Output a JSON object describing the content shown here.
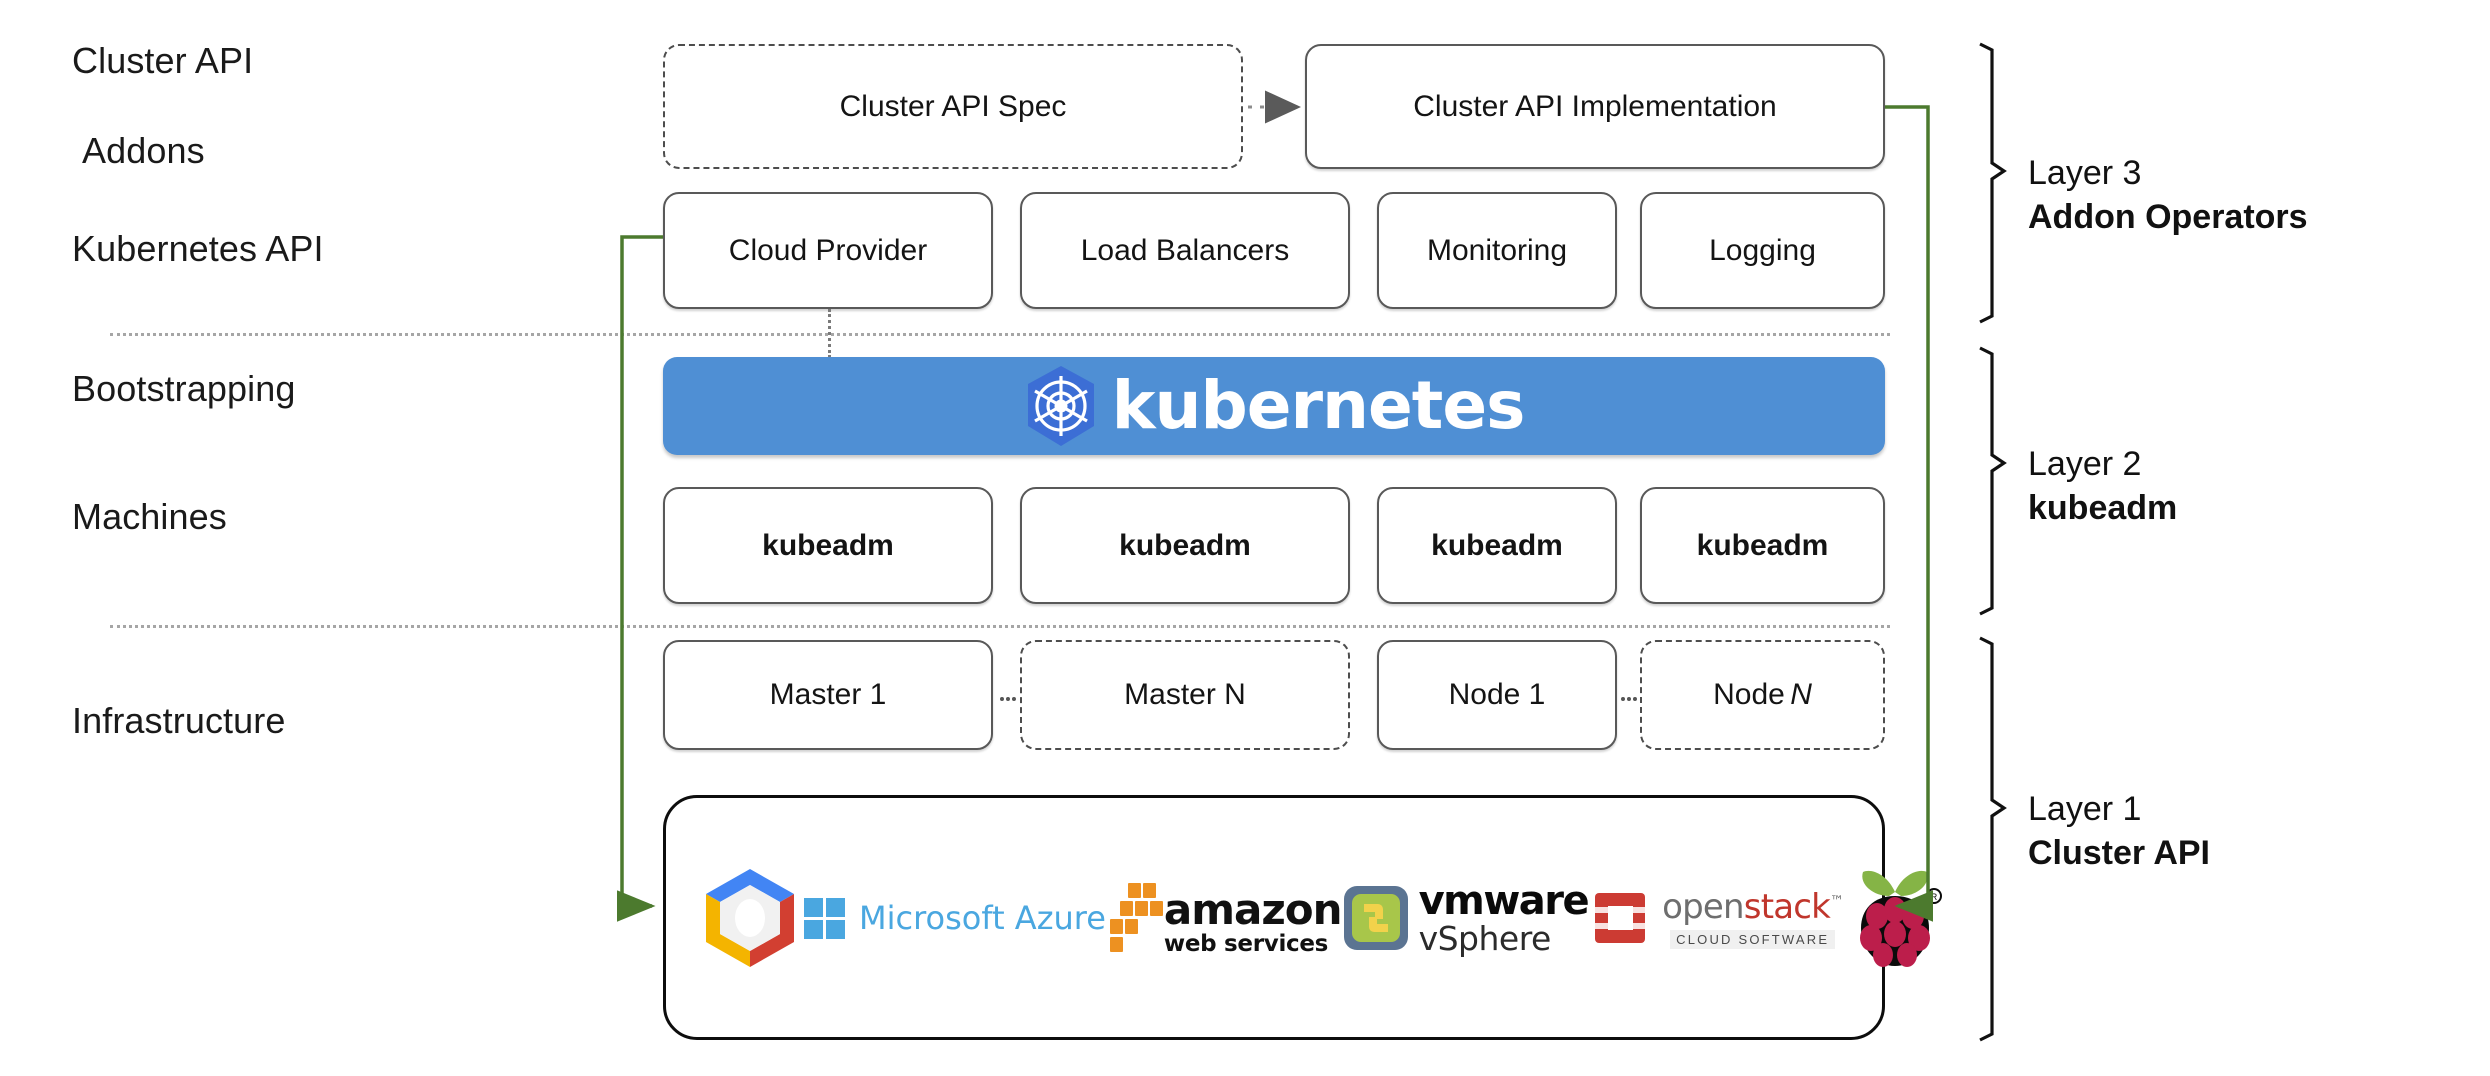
{
  "diagram": {
    "title": "Kubernetes Cluster API layered architecture",
    "accent_green": "#4c7a2e",
    "k8s_blue": "#4f8fd4",
    "k8s_logo_blue": "#3c6ed5",
    "divider_color": "#a6a6a6"
  },
  "row_labels": [
    {
      "id": "cluster-api",
      "text": "Cluster API"
    },
    {
      "id": "addons",
      "text": "Addons"
    },
    {
      "id": "kubernetes-api",
      "text": "Kubernetes API"
    },
    {
      "id": "bootstrapping",
      "text": "Bootstrapping"
    },
    {
      "id": "machines",
      "text": "Machines"
    },
    {
      "id": "infrastructure",
      "text": "Infrastructure"
    }
  ],
  "cluster_api_row": {
    "spec": {
      "label": "Cluster API Spec",
      "border": "dashed"
    },
    "implementation": {
      "label": "Cluster API Implementation",
      "border": "solid"
    },
    "arrow": "dotted-arrow-right"
  },
  "addons_row": [
    {
      "label": "Cloud Provider"
    },
    {
      "label": "Load Balancers"
    },
    {
      "label": "Monitoring"
    },
    {
      "label": "Logging"
    }
  ],
  "kubernetes_banner": {
    "wordmark": "kubernetes",
    "logo": "kubernetes-helm-wheel"
  },
  "bootstrapping_row": [
    {
      "label": "kubeadm"
    },
    {
      "label": "kubeadm"
    },
    {
      "label": "kubeadm"
    },
    {
      "label": "kubeadm"
    }
  ],
  "machines_row": [
    {
      "label": "Master 1",
      "border": "solid",
      "italic_suffix": ""
    },
    {
      "label": "Master N",
      "border": "dashed",
      "italic_suffix": ""
    },
    {
      "label": "Node 1",
      "border": "solid",
      "italic_suffix": ""
    },
    {
      "label": "Node",
      "border": "dashed",
      "italic_suffix": "N"
    }
  ],
  "infrastructure_logos": [
    {
      "name": "google-cloud-platform-icon",
      "text": ""
    },
    {
      "name": "microsoft-azure-icon",
      "text": "Microsoft Azure"
    },
    {
      "name": "amazon-web-services-icon",
      "text": "amazon",
      "subtext": "web services"
    },
    {
      "name": "vmware-vsphere-icon",
      "text": "vmware",
      "subtext": "vSphere"
    },
    {
      "name": "openstack-icon",
      "text_a": "open",
      "text_b": "stack",
      "subtext": "CLOUD SOFTWARE"
    },
    {
      "name": "raspberry-pi-icon",
      "text": ""
    }
  ],
  "layers": [
    {
      "id": "layer-3",
      "title": "Layer 3",
      "subtitle": "Addon Operators"
    },
    {
      "id": "layer-2",
      "title": "Layer 2",
      "subtitle": "kubeadm"
    },
    {
      "id": "layer-1",
      "title": "Layer 1",
      "subtitle": "Cluster API"
    }
  ]
}
